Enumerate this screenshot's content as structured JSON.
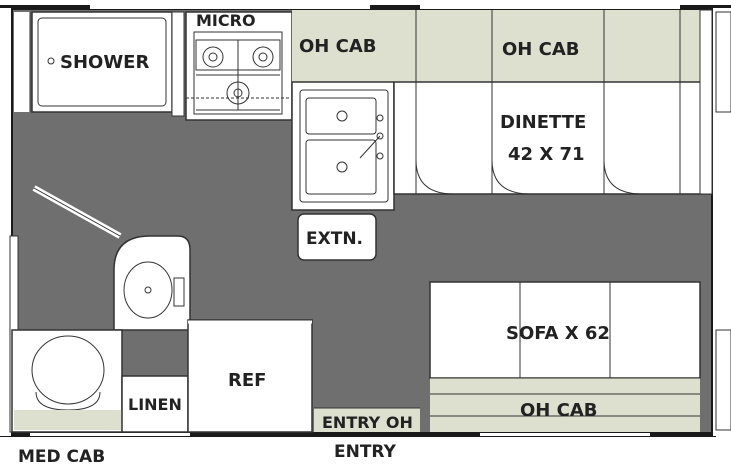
{
  "floorplan": {
    "colors": {
      "floor": "#6f6f6f",
      "wall": "#1a1a1a",
      "cabinet": "#dde0cf",
      "fixture": "#ffffff",
      "text": "#222222"
    },
    "labels": {
      "shower": "SHOWER",
      "micro": "MICRO",
      "oh_cab_galley": "OH CAB",
      "oh_cab_dinette": "OH CAB",
      "dinette_name": "DINETTE",
      "dinette_size": "42 X 71",
      "extn": "EXTN.",
      "sofa": "SOFA X 62",
      "oh_cab_sofa": "OH CAB",
      "ref": "REF",
      "linen": "LINEN",
      "entry_oh": "ENTRY OH",
      "entry": "ENTRY",
      "med_cab": "MED CAB"
    }
  }
}
